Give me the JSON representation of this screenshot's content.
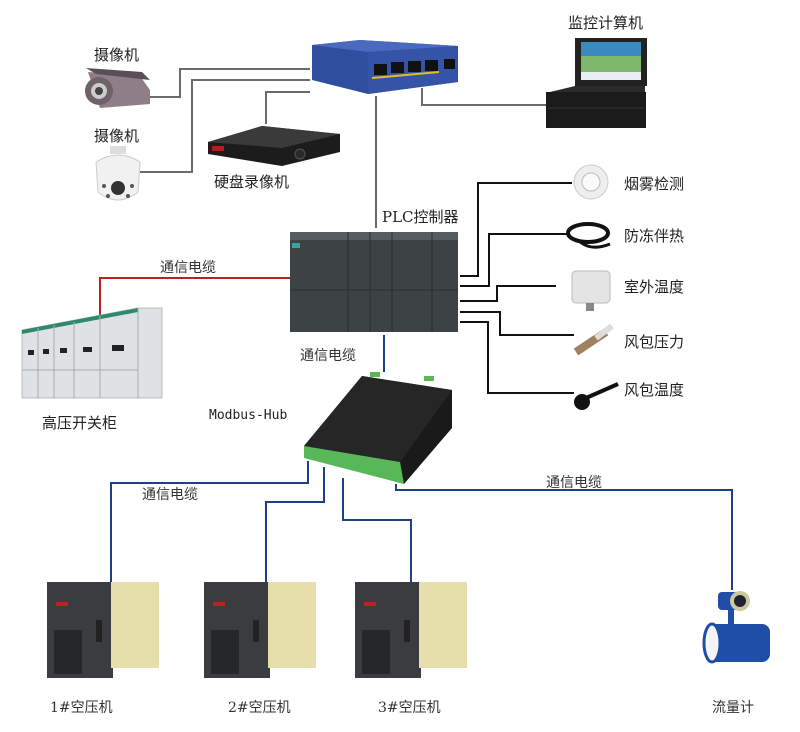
{
  "diagram": {
    "title": "",
    "colors": {
      "network_wire": "#6b6b6b",
      "sensor_wire": "#111111",
      "comm_cable_red": "#c0201c",
      "comm_cable_blue": "#1f3f86",
      "switch_body": "#2f4f9e",
      "compressor_panel": "#e6dfab",
      "compressor_body": "#3a3c40",
      "flowmeter_body": "#1e4ea6"
    },
    "nodes": {
      "camera1": {
        "label": "摄像机",
        "icon": "bullet-camera-icon"
      },
      "camera2": {
        "label": "摄像机",
        "icon": "dome-camera-icon"
      },
      "nvr": {
        "label": "硬盘录像机",
        "icon": "nvr-icon"
      },
      "switch": {
        "label": "",
        "icon": "network-switch-icon"
      },
      "monitor_pc": {
        "label": "监控计算机",
        "icon": "rugged-laptop-icon"
      },
      "plc": {
        "label": "PLC控制器",
        "icon": "plc-icon"
      },
      "switchgear": {
        "label": "高压开关柜",
        "icon": "switchgear-icon"
      },
      "modbus_hub": {
        "label": "Modbus-Hub",
        "icon": "modbus-hub-icon"
      },
      "sensors": [
        {
          "label": "烟雾检测",
          "icon": "smoke-detector-icon"
        },
        {
          "label": "防冻伴热",
          "icon": "heat-trace-cable-icon"
        },
        {
          "label": "室外温度",
          "icon": "outdoor-temp-sensor-icon"
        },
        {
          "label": "风包压力",
          "icon": "pressure-sensor-icon"
        },
        {
          "label": "风包温度",
          "icon": "temperature-probe-icon"
        }
      ],
      "compressors": [
        {
          "label": "1#空压机",
          "icon": "air-compressor-icon"
        },
        {
          "label": "2#空压机",
          "icon": "air-compressor-icon"
        },
        {
          "label": "3#空压机",
          "icon": "air-compressor-icon"
        }
      ],
      "flowmeter": {
        "label": "流量计",
        "icon": "flowmeter-icon"
      }
    },
    "cable_labels": {
      "plc_to_switchgear": "通信电缆",
      "plc_to_hub": "通信电缆",
      "hub_to_compressors": "通信电缆",
      "hub_to_flowmeter": "通信电缆"
    }
  }
}
